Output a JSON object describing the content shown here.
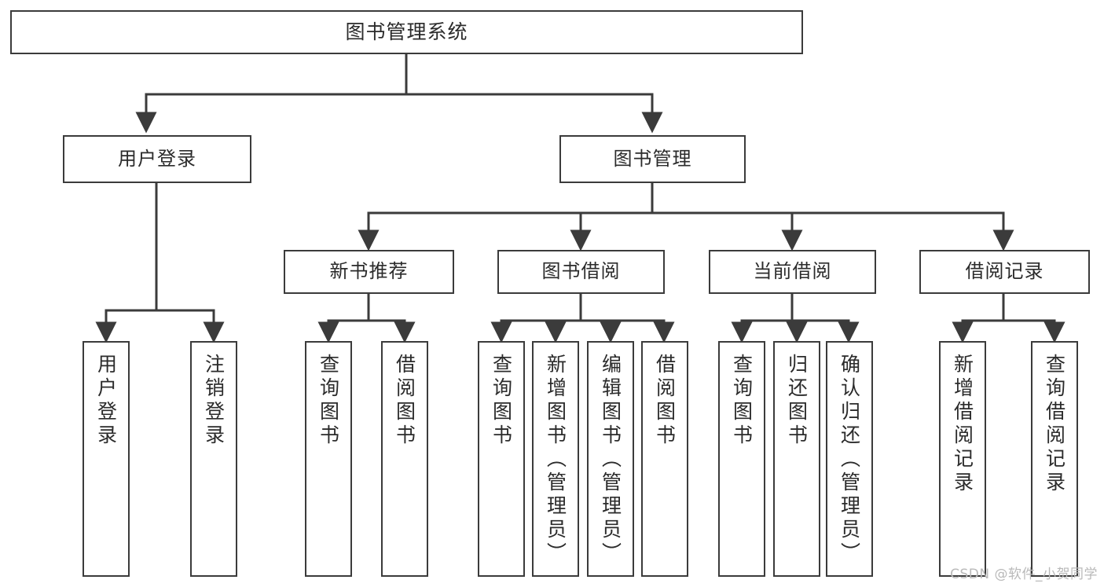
{
  "diagram": {
    "title": "图书管理系统",
    "type": "tree",
    "watermark": "CSDN @软件_小贺同学",
    "root": {
      "label": "图书管理系统"
    },
    "level2": [
      {
        "label": "用户登录"
      },
      {
        "label": "图书管理"
      }
    ],
    "level3": [
      {
        "label": "新书推荐"
      },
      {
        "label": "图书借阅"
      },
      {
        "label": "当前借阅"
      },
      {
        "label": "借阅记录"
      }
    ],
    "leaves": {
      "user_login": [
        {
          "label": "用户登录"
        },
        {
          "label": "注销登录"
        }
      ],
      "new_book_recommend": [
        {
          "label": "查询图书"
        },
        {
          "label": "借阅图书"
        }
      ],
      "book_borrow": [
        {
          "label": "查询图书"
        },
        {
          "label": "新增图书（管理员）"
        },
        {
          "label": "编辑图书（管理员）"
        },
        {
          "label": "借阅图书"
        }
      ],
      "current_borrow": [
        {
          "label": "查询图书"
        },
        {
          "label": "归还图书"
        },
        {
          "label": "确认归还（管理员）"
        }
      ],
      "borrow_record": [
        {
          "label": "新增借阅记录"
        },
        {
          "label": "查询借阅记录"
        }
      ]
    },
    "colors": {
      "stroke": "#3b3b3b",
      "fill": "#ffffff",
      "text": "#2b2b2b",
      "watermark": "#b9b9b9"
    }
  }
}
